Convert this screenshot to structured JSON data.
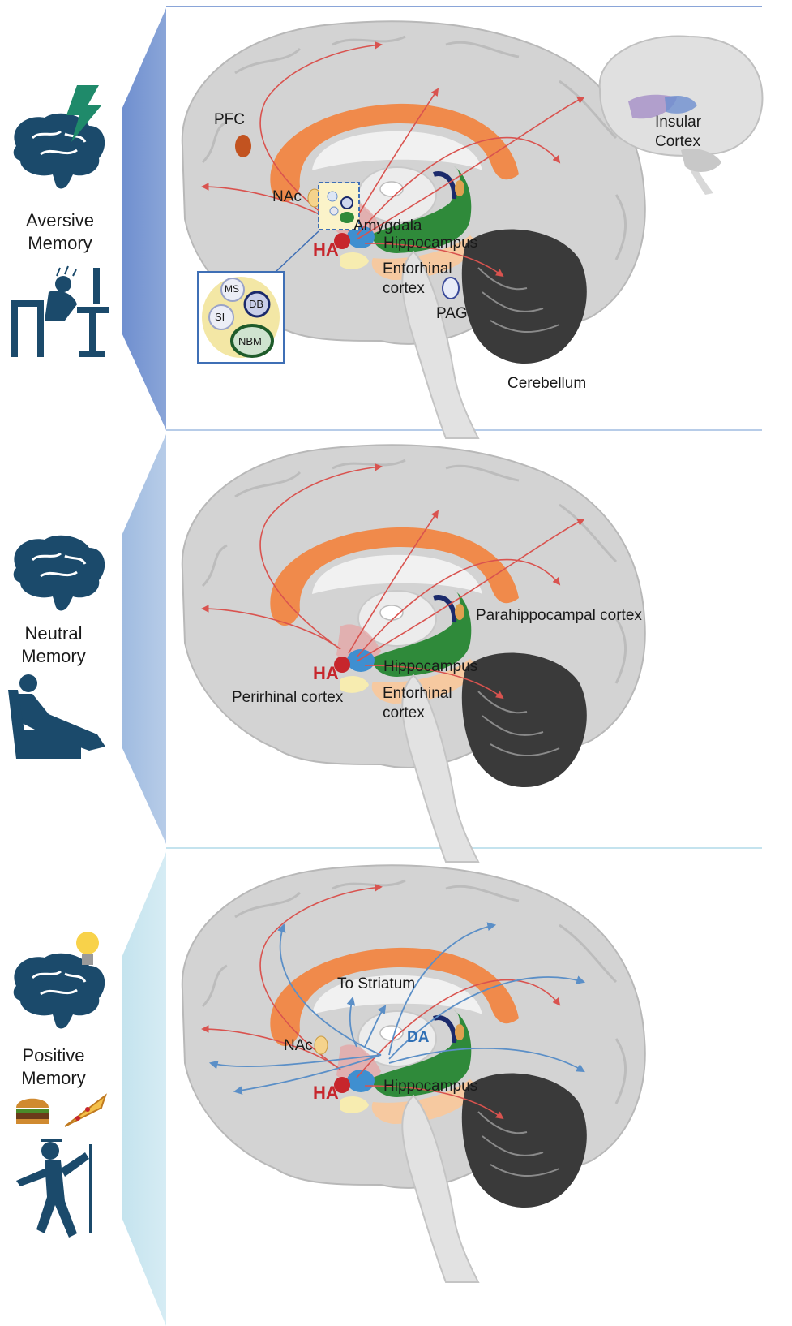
{
  "panels": [
    {
      "side_label_line1": "Aversive",
      "side_label_line2": "Memory",
      "labels": {
        "pfc": "PFC",
        "nac": "NAc",
        "amygdala": "Amygdala",
        "hippocampus": "Hippocampus",
        "ha": "HA",
        "entorhinal_line1": "Entorhinal",
        "entorhinal_line2": "cortex",
        "pag": "PAG",
        "cerebellum": "Cerebellum",
        "insular_line1": "Insular",
        "insular_line2": "Cortex",
        "inset_ms": "MS",
        "inset_db": "DB",
        "inset_si": "SI",
        "inset_nbm": "NBM"
      }
    },
    {
      "side_label_line1": "Neutral",
      "side_label_line2": "Memory",
      "labels": {
        "parahippocampal": "Parahippocampal cortex",
        "hippocampus": "Hippocampus",
        "ha": "HA",
        "perirhinal": "Perirhinal cortex",
        "entorhinal_line1": "Entorhinal",
        "entorhinal_line2": "cortex"
      }
    },
    {
      "side_label_line1": "Positive",
      "side_label_line2": "Memory",
      "labels": {
        "to_striatum": "To Striatum",
        "nac": "NAc",
        "da": "DA",
        "hippocampus": "Hippocampus",
        "ha": "HA"
      }
    }
  ],
  "colors": {
    "panel1_accent": "#6f8fcf",
    "panel2_accent": "#9fbbe0",
    "panel3_accent": "#c4e3ee",
    "brain_gray": "#d3d3d3",
    "corpus_callosum": "#f08a4b",
    "hippocampus_green": "#2f8a3a",
    "amygdala_blue": "#3f8fd0",
    "ha_red": "#c7262c",
    "entorhinal_peach": "#f6c9a0",
    "cerebellum_dark": "#3a3a3a",
    "icon_navy": "#1b4a6b",
    "arrow_red": "#d9534f",
    "arrow_blue": "#5b8fc7"
  }
}
